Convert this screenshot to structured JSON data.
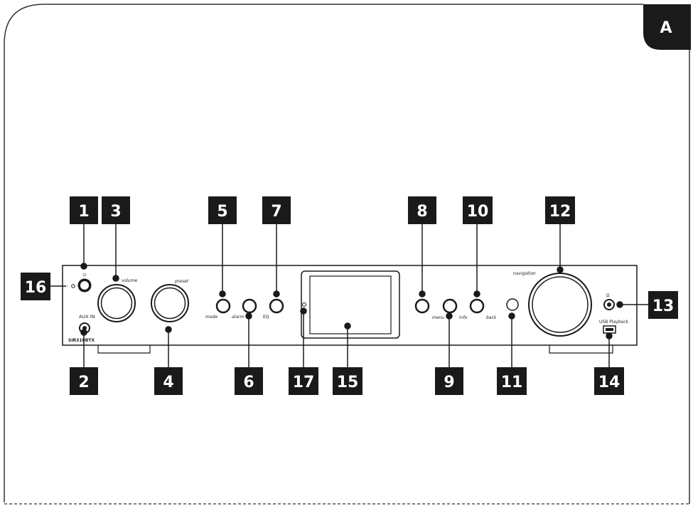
{
  "page": {
    "corner_tab": "A"
  },
  "panel": {
    "aux_label": "AUX  IN",
    "model_label": "SIR310BTX",
    "headphone_symbol": "Ω",
    "power_symbol": "⏻",
    "controls": {
      "volume": "volume",
      "preset": "preset",
      "mode": "mode",
      "alarm": "alarm",
      "eq": "EQ",
      "menu": "menu",
      "info": "info",
      "back": "back",
      "navigation": "navigation",
      "usb": "USB Playback"
    }
  },
  "callouts": {
    "c1": "1",
    "c2": "2",
    "c3": "3",
    "c4": "4",
    "c5": "5",
    "c6": "6",
    "c7": "7",
    "c8": "8",
    "c9": "9",
    "c10": "10",
    "c11": "11",
    "c12": "12",
    "c13": "13",
    "c14": "14",
    "c15": "15",
    "c16": "16",
    "c17": "17"
  }
}
